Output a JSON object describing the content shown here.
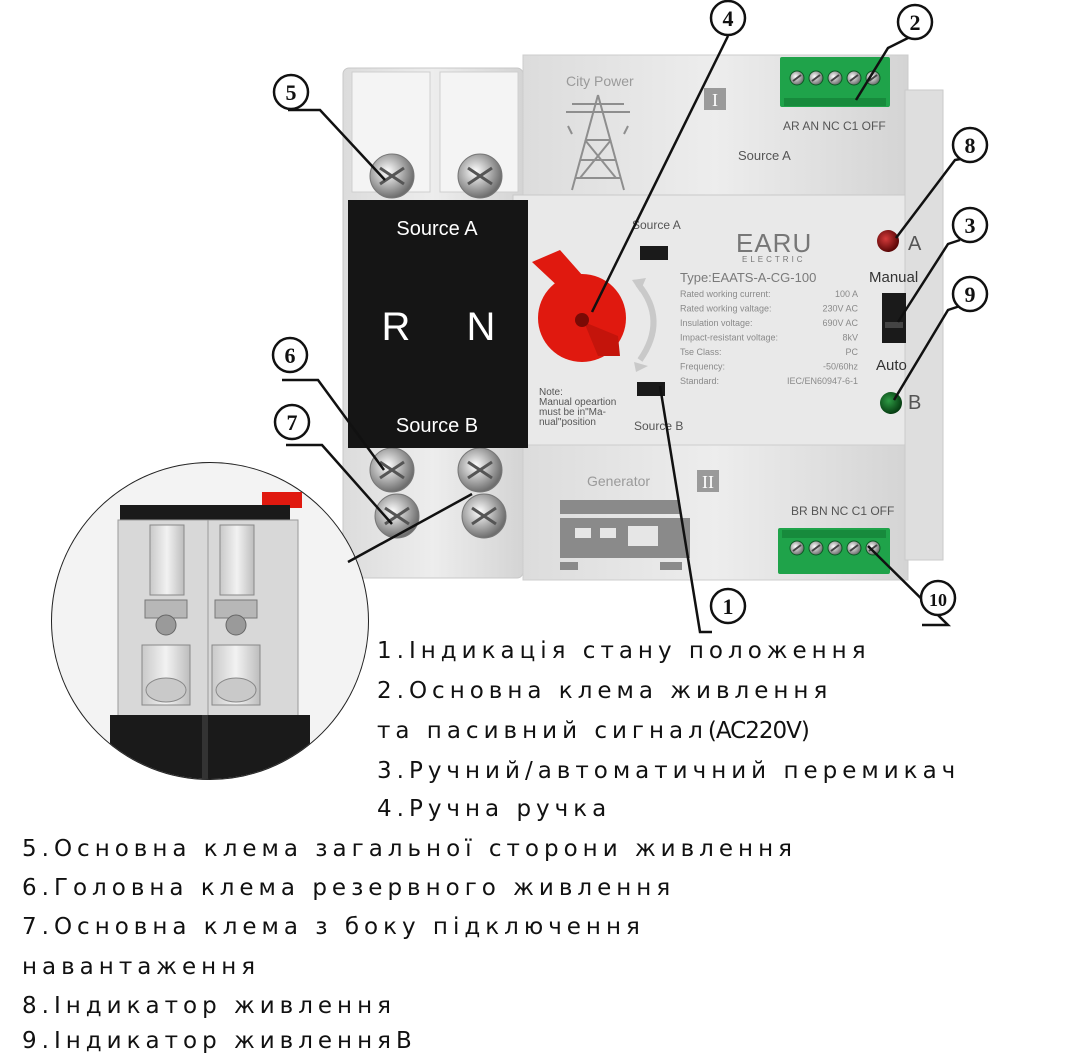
{
  "device": {
    "top_section": {
      "label": "City Power",
      "roman": "I",
      "source_label": "Source A",
      "terminal_labels": "AR AN NC C1 OFF"
    },
    "bottom_section": {
      "label": "Generator",
      "roman": "II",
      "terminal_labels": "BR BN NC C1 OFF"
    },
    "black_block": {
      "source_a": "Source A",
      "source_b": "Source B",
      "letter_r": "R",
      "letter_n": "N"
    },
    "window_labels": {
      "top": "Source A",
      "bottom": "Source B"
    },
    "note": [
      "Note:",
      "Manual opeartion",
      "must be in\"Ma-",
      "nual\"position"
    ],
    "brand": {
      "name": "EARU",
      "sub": "ELECTRIC"
    },
    "type_line": "Type:EAATS-A-CG-100",
    "specs": [
      {
        "label": "Rated working current:",
        "value": "100   A"
      },
      {
        "label": "Rated working valtage:",
        "value": "230V AC"
      },
      {
        "label": "Insulation voltage:",
        "value": "690V AC"
      },
      {
        "label": "Impact-resistant voltage:",
        "value": "8kV"
      },
      {
        "label": "Tse Class:",
        "value": "PC"
      },
      {
        "label": "Frequency:",
        "value": "-50/60hz"
      },
      {
        "label": "Standard:",
        "value": "IEC/EN60947-6-1"
      }
    ],
    "indicator_a": "A",
    "indicator_b": "B",
    "switch_manual": "Manual",
    "switch_auto": "Auto",
    "colors": {
      "handle_red": "#e0190f",
      "indicator_a": "#7a0c0c",
      "indicator_b": "#0c5a1c",
      "terminal_green": "#1fa34a",
      "body": "#e8e8e8",
      "block": "#151515"
    }
  },
  "callouts": [
    "1",
    "2",
    "3",
    "4",
    "5",
    "6",
    "7",
    "8",
    "9",
    "10"
  ],
  "legend": {
    "l1": "1.Індикація стану положення",
    "l2": "2.Основна клема живлення",
    "l3a": "та пасивний сигнал",
    "l3b": "(AC220V)",
    "l4": "3.Ручний/автоматичний перемикач",
    "l5": "4.Ручна ручка",
    "l6": "5.Основна клема загальної сторони живлення",
    "l7": "6.Головна клема резервного живлення",
    "l8": "7.Основна клема з боку підключення",
    "l9": "навантаження",
    "l10": "8.Індикатор живлення",
    "l11": "9.Індикатор живлення",
    "l11b": "B"
  }
}
